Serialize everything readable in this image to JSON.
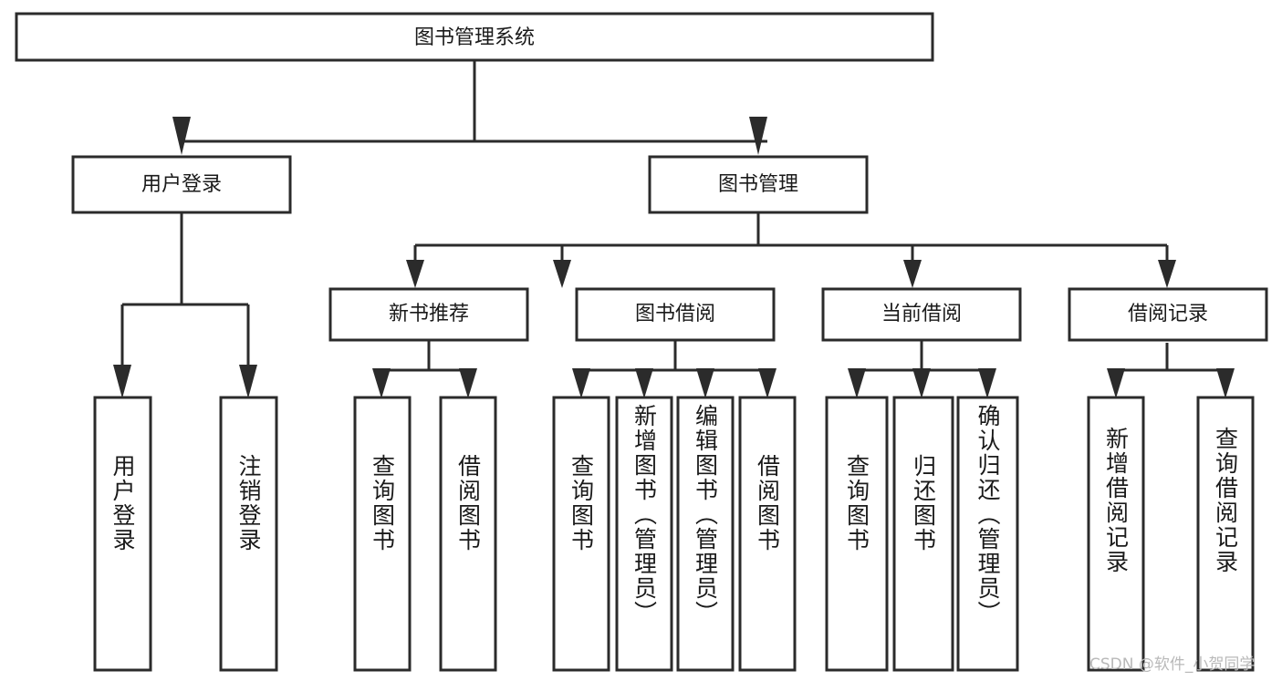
{
  "diagram": {
    "title": "图书管理系统",
    "type": "hierarchy-tree",
    "background_color": "#ffffff",
    "line_color": "#2b2b2b",
    "text_color": "#1a1a1a",
    "levels": 4,
    "root": {
      "id": "root",
      "label": "图书管理系统",
      "orientation": "horizontal"
    },
    "level2": [
      {
        "id": "user-login",
        "label": "用户登录",
        "orientation": "horizontal"
      },
      {
        "id": "book-manage",
        "label": "图书管理",
        "orientation": "horizontal"
      }
    ],
    "level3": [
      {
        "id": "new-book-recommend",
        "label": "新书推荐",
        "orientation": "horizontal",
        "parent": "book-manage"
      },
      {
        "id": "book-borrow",
        "label": "图书借阅",
        "orientation": "horizontal",
        "parent": "book-manage"
      },
      {
        "id": "current-borrow",
        "label": "当前借阅",
        "orientation": "horizontal",
        "parent": "book-manage"
      },
      {
        "id": "borrow-record",
        "label": "借阅记录",
        "orientation": "horizontal",
        "parent": "book-manage"
      }
    ],
    "leaves": [
      {
        "id": "leaf-user-login",
        "label": "用户登录",
        "orientation": "vertical",
        "parent": "user-login"
      },
      {
        "id": "leaf-logout-login",
        "label": "注销登录",
        "orientation": "vertical",
        "parent": "user-login"
      },
      {
        "id": "leaf-query-book-1",
        "label": "查询图书",
        "orientation": "vertical",
        "parent": "new-book-recommend"
      },
      {
        "id": "leaf-borrow-book-1",
        "label": "借阅图书",
        "orientation": "vertical",
        "parent": "new-book-recommend"
      },
      {
        "id": "leaf-query-book-2",
        "label": "查询图书",
        "orientation": "vertical",
        "parent": "book-borrow"
      },
      {
        "id": "leaf-add-book",
        "label": "新增图书（管理员）",
        "orientation": "vertical",
        "parent": "book-borrow"
      },
      {
        "id": "leaf-edit-book",
        "label": "编辑图书（管理员）",
        "orientation": "vertical",
        "parent": "book-borrow"
      },
      {
        "id": "leaf-borrow-book-2",
        "label": "借阅图书",
        "orientation": "vertical",
        "parent": "book-borrow"
      },
      {
        "id": "leaf-query-book-3",
        "label": "查询图书",
        "orientation": "vertical",
        "parent": "current-borrow"
      },
      {
        "id": "leaf-return-book",
        "label": "归还图书",
        "orientation": "vertical",
        "parent": "current-borrow"
      },
      {
        "id": "leaf-confirm-return",
        "label": "确认归还（管理员）",
        "orientation": "vertical",
        "parent": "current-borrow"
      },
      {
        "id": "leaf-add-record",
        "label": "新增借阅记录",
        "orientation": "vertical",
        "parent": "borrow-record"
      },
      {
        "id": "leaf-query-record",
        "label": "查询借阅记录",
        "orientation": "vertical",
        "parent": "borrow-record"
      }
    ]
  },
  "watermark": {
    "text": "CSDN @软件_小贺同学"
  }
}
